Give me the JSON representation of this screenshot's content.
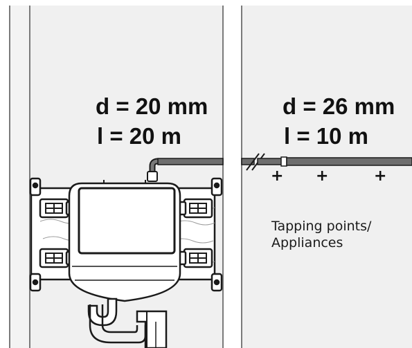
{
  "left_section": {
    "diameter": "d = 20 mm",
    "length": "l = 20 m"
  },
  "right_section": {
    "diameter": "d = 26 mm",
    "length": "l = 10 m"
  },
  "tapping_markers": [
    "+",
    "+",
    "+"
  ],
  "tapping_caption": {
    "line1": "Tapping points/",
    "line2": "Appliances"
  },
  "colors": {
    "outline": "#1a1a1a",
    "pipe": "#6e6e6e",
    "wall_panel": "#f2f2f2",
    "wall_edge": "#7a7a7a"
  }
}
